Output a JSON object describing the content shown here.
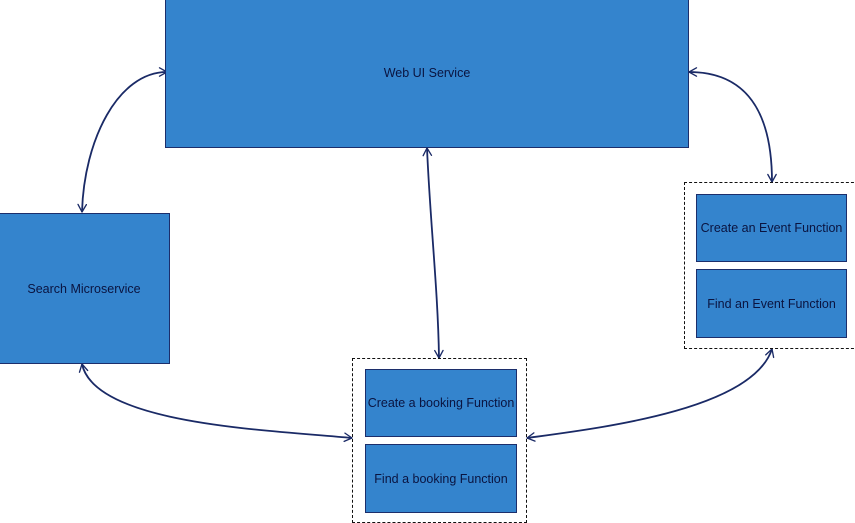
{
  "colors": {
    "node_fill": "#3484cd",
    "node_border": "#1c2e6b",
    "edge": "#1a2a66",
    "background": "#ffffff"
  },
  "nodes": {
    "web_ui": "Web UI Service",
    "search": "Search Microservice",
    "create_event": "Create an Event Function",
    "find_event": "Find an Event Function",
    "create_booking": "Create a booking Function",
    "find_booking": "Find a booking Function"
  },
  "groups": {
    "event_functions": [
      "create_event",
      "find_event"
    ],
    "booking_functions": [
      "create_booking",
      "find_booking"
    ]
  },
  "edges": [
    {
      "from": "web_ui",
      "to": "search",
      "bidirectional": true
    },
    {
      "from": "web_ui",
      "to": "event_functions",
      "bidirectional": true
    },
    {
      "from": "web_ui",
      "to": "booking_functions",
      "bidirectional": true
    },
    {
      "from": "search",
      "to": "booking_functions",
      "bidirectional": true
    },
    {
      "from": "event_functions",
      "to": "booking_functions",
      "bidirectional": true
    }
  ]
}
